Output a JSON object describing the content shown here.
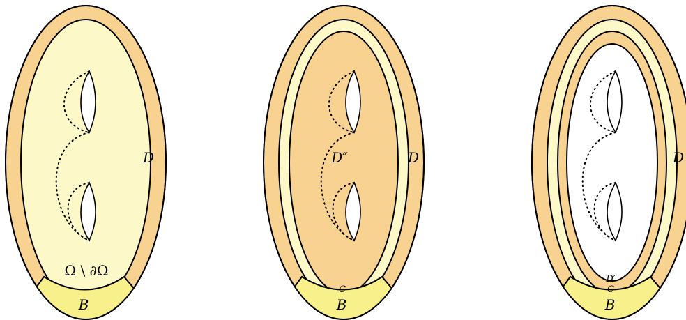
{
  "colors": {
    "orange": "#F8D291",
    "light_yellow": "#FDF8C8",
    "yellow": "#F8F08A",
    "white": "#FFFFFF",
    "stroke": "#000000"
  },
  "panels": [
    {
      "name": "panel-1",
      "labels": {
        "D": "D",
        "interior": "Ω \\ ∂Ω",
        "B": "B"
      }
    },
    {
      "name": "panel-2",
      "labels": {
        "D": "D",
        "center": "D″",
        "C": "C",
        "B": "B"
      }
    },
    {
      "name": "panel-3",
      "labels": {
        "D": "D",
        "D_prime": "D′",
        "C": "C",
        "B": "B"
      }
    }
  ]
}
